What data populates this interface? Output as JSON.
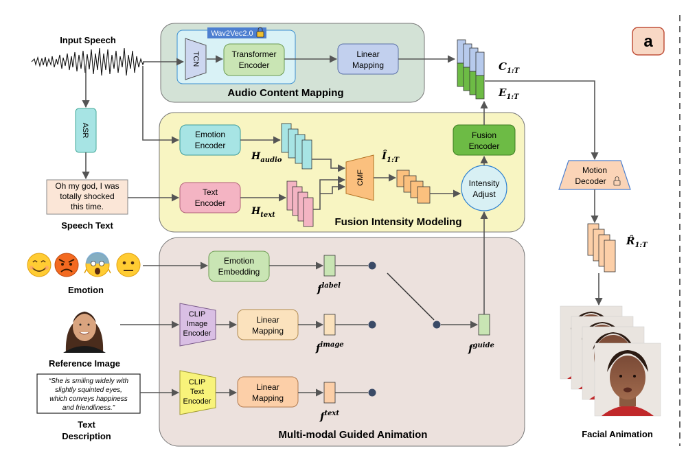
{
  "badge": "a",
  "panels": {
    "audio": "Audio Content Mapping",
    "fusion": "Fusion Intensity Modeling",
    "guided": "Multi-modal Guided Animation"
  },
  "inputs": {
    "speech": "Input Speech",
    "speech_text_title": "Speech Text",
    "speech_text_lines": [
      "Oh my god, I was",
      "totally shocked",
      "this time."
    ],
    "emotion": "Emotion",
    "reference": "Reference Image",
    "text_desc_title": [
      "Text",
      "Description"
    ],
    "text_desc_lines": [
      "“She is smiling widely with",
      "slightly squinted eyes,",
      "which conveys happiness",
      "and friendliness.”"
    ]
  },
  "modules": {
    "wav2vec": "Wav2Vec2.0",
    "tcn": "TCN",
    "transformer": [
      "Transformer",
      "Encoder"
    ],
    "linear_audio": [
      "Linear",
      "Mapping"
    ],
    "asr": "ASR",
    "emotion_encoder": [
      "Emotion",
      "Encoder"
    ],
    "text_encoder": [
      "Text",
      "Encoder"
    ],
    "cmf": "CMF",
    "intensity": [
      "Intensity",
      "Adjust"
    ],
    "fusion_encoder": [
      "Fusion",
      "Encoder"
    ],
    "emotion_embedding": [
      "Emotion",
      "Embedding"
    ],
    "clip_image": [
      "CLIP",
      "Image",
      "Encoder"
    ],
    "linear_image": [
      "Linear",
      "Mapping"
    ],
    "clip_text": [
      "CLIP",
      "Text",
      "Encoder"
    ],
    "linear_text": [
      "Linear",
      "Mapping"
    ],
    "motion_decoder": [
      "Motion",
      "Decoder"
    ]
  },
  "symbols": {
    "c": "C",
    "c_sub": "1:T",
    "e": "E",
    "e_sub": "1:T",
    "h_audio": "H",
    "h_audio_sub": "audio",
    "h_text": "H",
    "h_text_sub": "text",
    "i_hat": "Î",
    "i_sub": "1:T",
    "r_hat": "R̂",
    "r_sub": "1:T",
    "f_label": "f",
    "f_label_sup": "label",
    "f_image": "f",
    "f_image_sup": "image",
    "f_text": "f",
    "f_text_sup": "text",
    "f_guide": "f",
    "f_guide_sup": "guide"
  },
  "output": "Facial Animation",
  "colors": {
    "audio_panel": "#d3e2d6",
    "fusion_panel": "#f8f5c2",
    "guided_panel": "#ece1dd",
    "green_box": "#c9e5b4",
    "blue_box": "#c2d0ee",
    "cyan": "#a7e4e4",
    "pink": "#f4b4c3",
    "orange": "#fbc07e",
    "peach": "#fccfa8",
    "purple": "#d9bfe4",
    "yellow": "#f8f37a",
    "dark_green": "#6dbb45",
    "badge_bg": "#f8d8c5"
  }
}
